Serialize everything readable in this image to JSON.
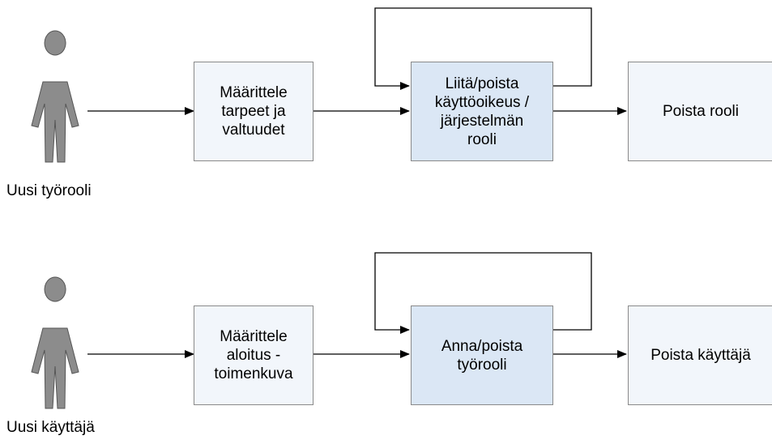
{
  "colors": {
    "box_light": "#f2f6fb",
    "box_blue": "#dbe7f5",
    "box_border": "#8a8a8a",
    "actor_fill": "#8c8c8c",
    "line": "#000000"
  },
  "rows": [
    {
      "actor": {
        "icon": "person-icon",
        "label": "Uusi työrooli"
      },
      "boxes": [
        {
          "text": "Määrittele\ntarpeet ja\nvaltuudet"
        },
        {
          "text": "Liitä/poista\nkäyttöoikeus /\njärjestelmän\nrooli"
        },
        {
          "text": "Poista rooli"
        }
      ]
    },
    {
      "actor": {
        "icon": "person-icon",
        "label": "Uusi käyttäjä"
      },
      "boxes": [
        {
          "text": "Määrittele\naloitus -\ntoimenkuva"
        },
        {
          "text": "Anna/poista\ntyörooli"
        },
        {
          "text": "Poista käyttäjä"
        }
      ]
    }
  ]
}
